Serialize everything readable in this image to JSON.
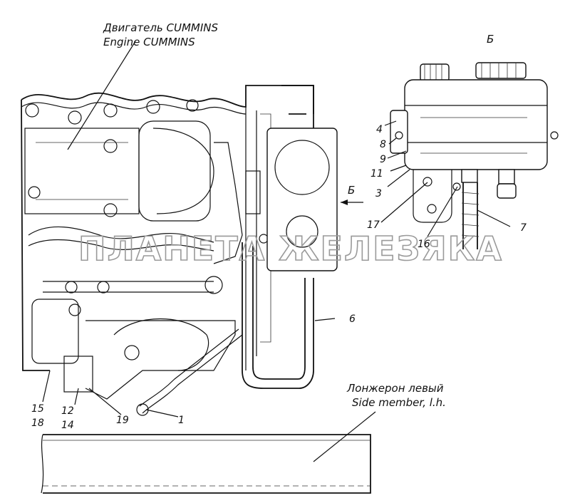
{
  "engine_caption": {
    "line1": "Двигатель CUMMINS",
    "line2": "Engine CUMMINS"
  },
  "view_label": "Б",
  "view_arrow_label": "Б",
  "frame_caption": {
    "line1": "Лонжерон левый",
    "line2": "Side member, l.h."
  },
  "watermark": "ПЛАНЕТА ЖЕЛЕЗЯКА",
  "callouts": {
    "n1": "1",
    "n3": "3",
    "n4": "4",
    "n6": "6",
    "n7": "7",
    "n8": "8",
    "n9": "9",
    "n11": "11",
    "n12": "12",
    "n14": "14",
    "n15": "15",
    "n16": "16",
    "n17": "17",
    "n18": "18",
    "n19": "19"
  }
}
